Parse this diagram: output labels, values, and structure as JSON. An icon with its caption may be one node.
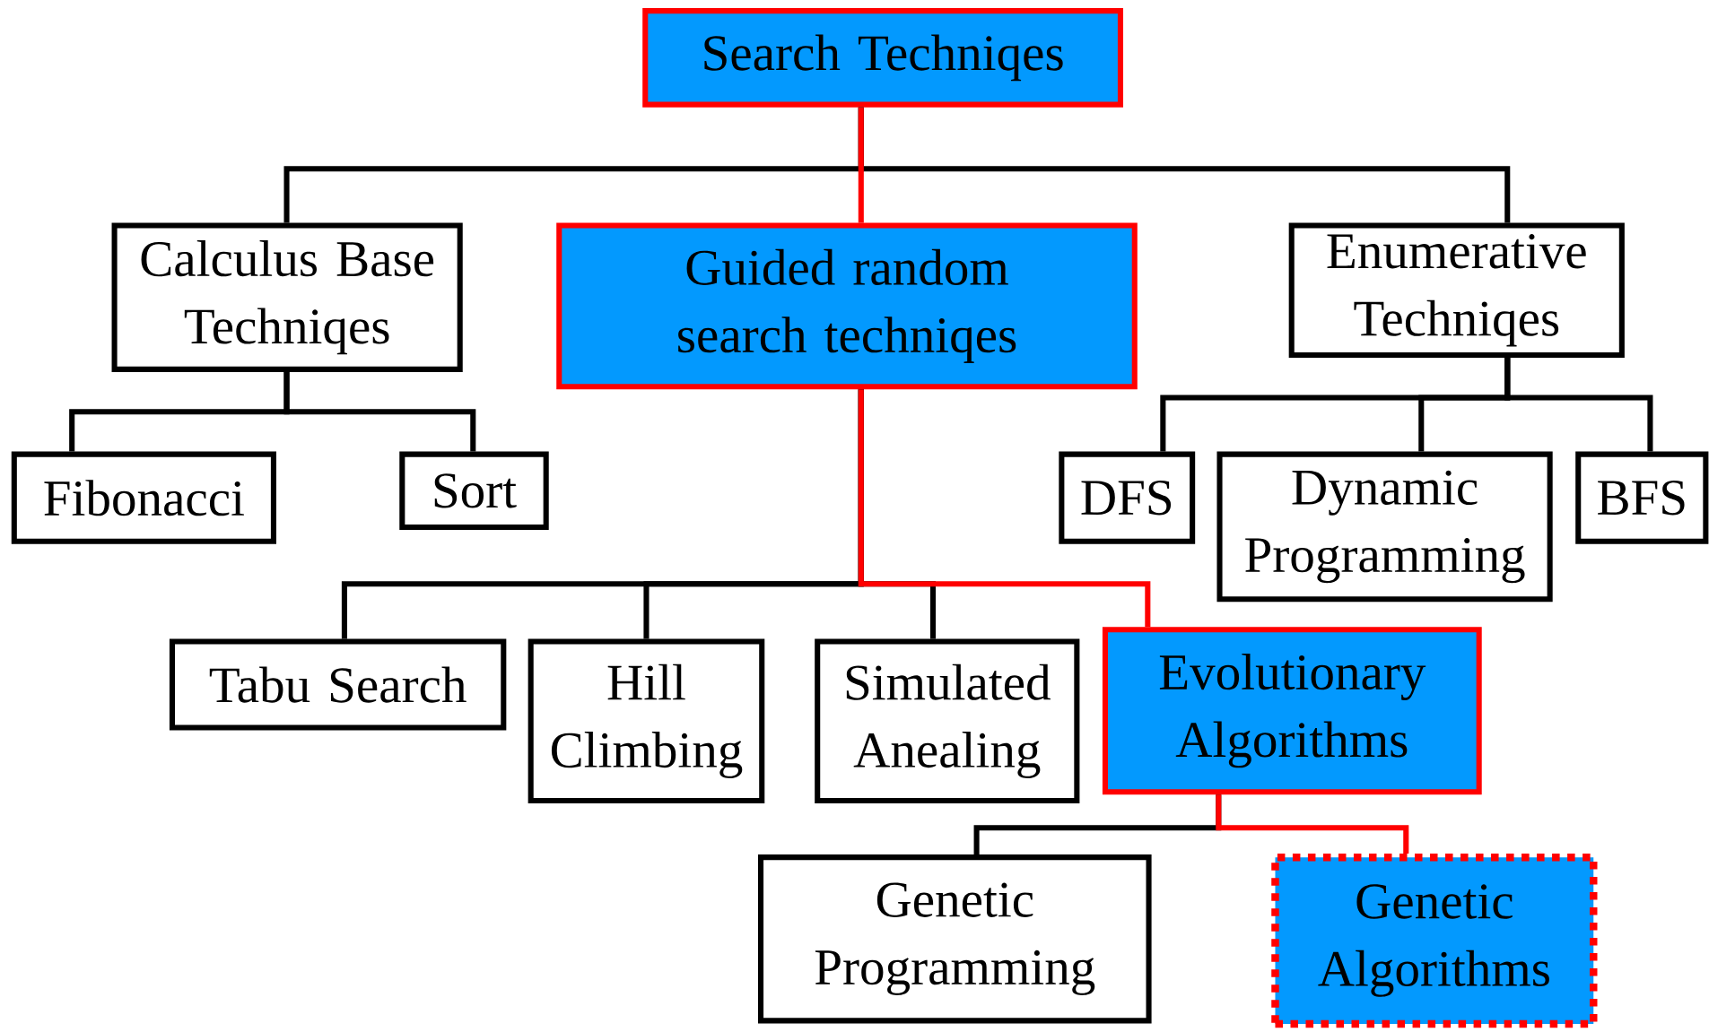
{
  "diagram": {
    "nodes": [
      {
        "text": [
          "Search Techniqes"
        ]
      },
      {
        "text": [
          "Calculus Base Techniqes"
        ]
      },
      {
        "text": [
          "Guided random search techniqes"
        ]
      },
      {
        "text": [
          "Enumerative Techniqes"
        ]
      },
      {
        "text": [
          "Fibonacci"
        ]
      },
      {
        "text": [
          "Sort"
        ]
      },
      {
        "text": [
          "DFS"
        ]
      },
      {
        "text": [
          "Dynamic Programming"
        ]
      },
      {
        "text": [
          "BFS"
        ]
      },
      {
        "text": [
          "Tabu Search"
        ]
      },
      {
        "text": [
          "Hill Climbing"
        ]
      },
      {
        "text": [
          "Simulated Anealing"
        ]
      },
      {
        "text": [
          "Evolutionary Algorithms"
        ]
      },
      {
        "text": [
          "Genetic Programming"
        ]
      },
      {
        "text": [
          "Genetic Algorithms"
        ]
      }
    ],
    "edges": [
      {
        "from": 0,
        "to": 1,
        "arrow": "none"
      },
      {
        "from": 0,
        "to": 3,
        "arrow": "none"
      },
      {
        "from": 0,
        "to": 2,
        "arrow": "none",
        "color": "#ff0000"
      },
      {
        "from": 1,
        "to": 4,
        "arrow": "none"
      },
      {
        "from": 1,
        "to": 5,
        "arrow": "none"
      },
      {
        "from": 3,
        "to": 6,
        "arrow": "none"
      },
      {
        "from": 3,
        "to": 7,
        "arrow": "none"
      },
      {
        "from": 3,
        "to": 8,
        "arrow": "none"
      },
      {
        "from": 2,
        "to": 9,
        "arrow": "none"
      },
      {
        "from": 2,
        "to": 10,
        "arrow": "none"
      },
      {
        "from": 2,
        "to": 11,
        "arrow": "none"
      },
      {
        "from": 2,
        "to": 12,
        "arrow": "none",
        "color": "#ff0000"
      },
      {
        "from": 12,
        "to": 13,
        "arrow": "none"
      },
      {
        "from": 12,
        "to": 14,
        "arrow": "none",
        "color": "#ff0000"
      }
    ]
  }
}
